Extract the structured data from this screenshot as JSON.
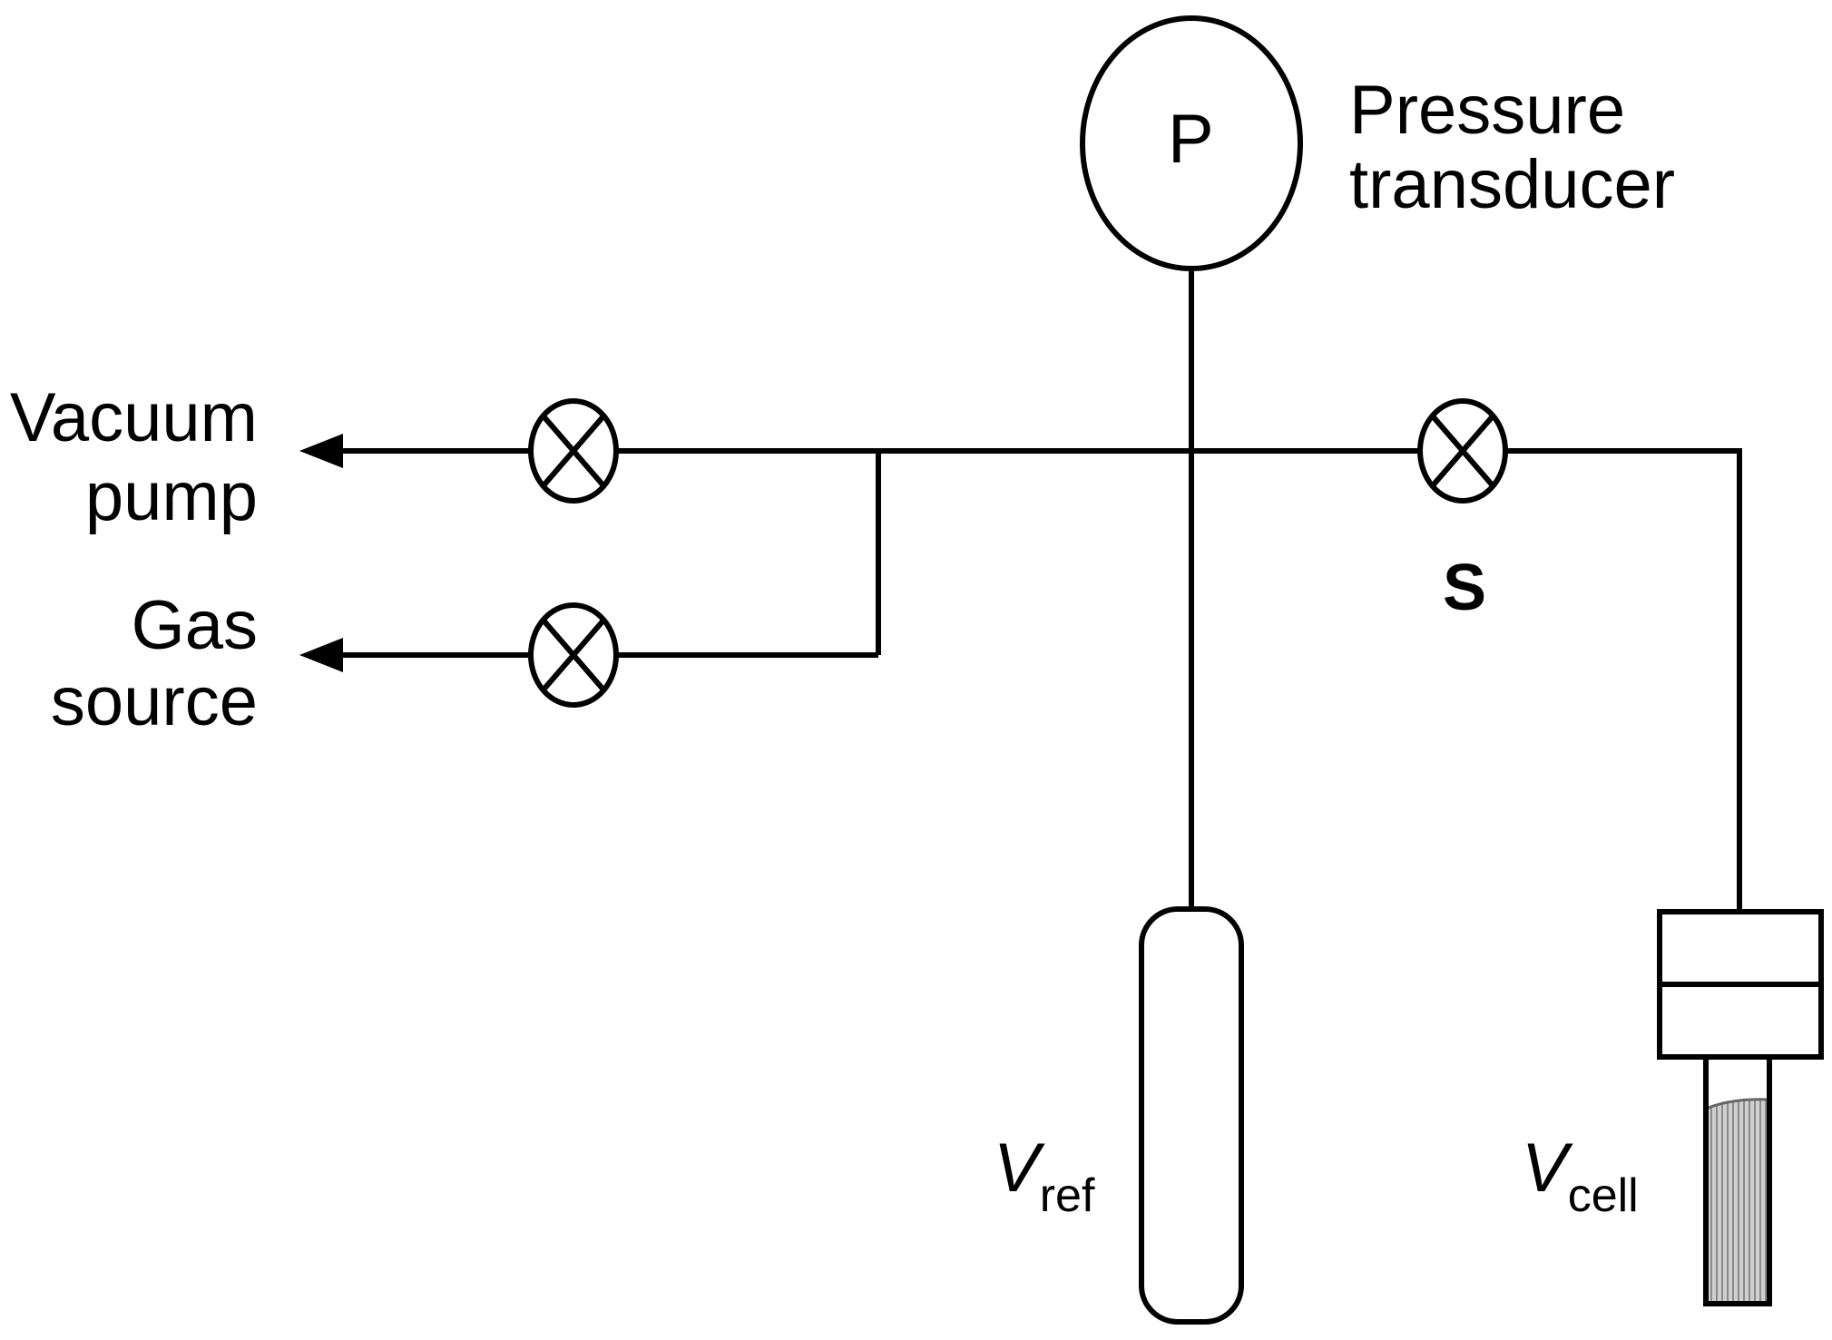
{
  "diagram": {
    "transducer_letter": "P",
    "transducer_label_line1": "Pressure",
    "transducer_label_line2": "transducer",
    "vacuum_label_line1": "Vacuum",
    "vacuum_label_line2": "pump",
    "gas_label_line1": "Gas",
    "gas_label_line2": "source",
    "valve_s_label": "S",
    "vref_main": "V",
    "vref_sub": "ref",
    "vcell_main": "V",
    "vcell_sub": "cell"
  },
  "colors": {
    "line": "#000000",
    "background": "#ffffff",
    "sample_fill": "#bdbdbd"
  }
}
